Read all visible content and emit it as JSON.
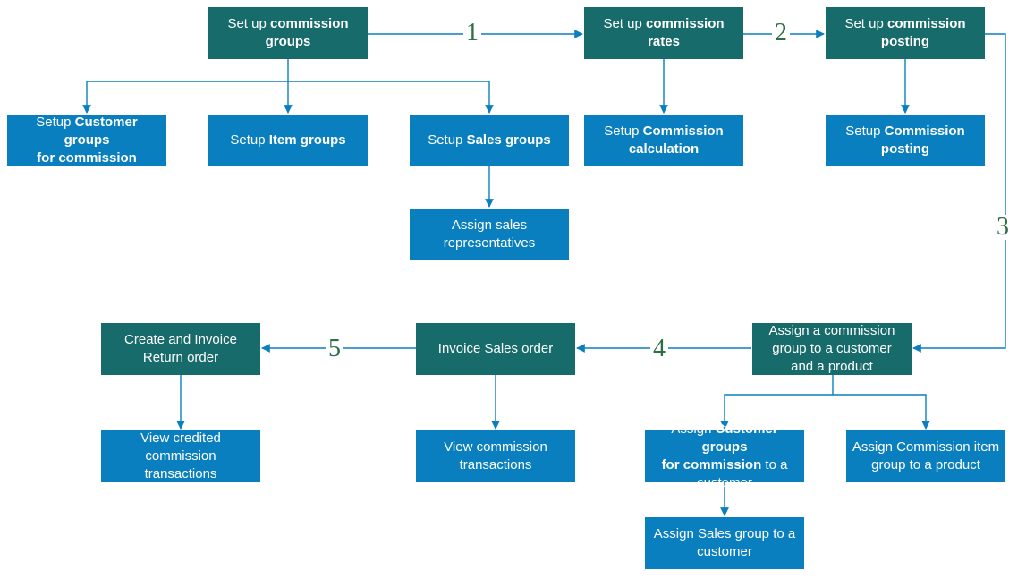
{
  "boxes": {
    "commission_groups": {
      "parts": [
        {
          "t": "Set up "
        },
        {
          "t": "commission",
          "b": true
        },
        {
          "br": true
        },
        {
          "t": "groups",
          "b": true
        }
      ]
    },
    "commission_rates": {
      "parts": [
        {
          "t": "Set up "
        },
        {
          "t": "commission",
          "b": true
        },
        {
          "br": true
        },
        {
          "t": "rates",
          "b": true
        }
      ]
    },
    "commission_posting": {
      "parts": [
        {
          "t": "Set up "
        },
        {
          "t": "commission",
          "b": true
        },
        {
          "br": true
        },
        {
          "t": "posting",
          "b": true
        }
      ]
    },
    "customer_groups": {
      "parts": [
        {
          "t": "Setup "
        },
        {
          "t": "Customer groups",
          "b": true
        },
        {
          "br": true
        },
        {
          "t": "for commission",
          "b": true
        }
      ]
    },
    "item_groups": {
      "parts": [
        {
          "t": "Setup "
        },
        {
          "t": "Item groups",
          "b": true
        }
      ]
    },
    "sales_groups": {
      "parts": [
        {
          "t": "Setup "
        },
        {
          "t": "Sales groups",
          "b": true
        }
      ]
    },
    "commission_calc": {
      "parts": [
        {
          "t": "Setup "
        },
        {
          "t": "Commission",
          "b": true
        },
        {
          "br": true
        },
        {
          "t": "calculation",
          "b": true
        }
      ]
    },
    "setup_posting": {
      "parts": [
        {
          "t": "Setup "
        },
        {
          "t": "Commission",
          "b": true
        },
        {
          "br": true
        },
        {
          "t": "posting",
          "b": true
        }
      ]
    },
    "assign_sales_reps": {
      "parts": [
        {
          "t": "Assign sales"
        },
        {
          "br": true
        },
        {
          "t": "representatives"
        }
      ]
    },
    "assign_group_cust": {
      "parts": [
        {
          "t": "Assign a commission"
        },
        {
          "br": true
        },
        {
          "t": "group to a customer"
        },
        {
          "br": true
        },
        {
          "t": "and a product"
        }
      ]
    },
    "invoice_sales": {
      "parts": [
        {
          "t": "Invoice Sales order"
        }
      ]
    },
    "create_return": {
      "parts": [
        {
          "t": "Create and Invoice"
        },
        {
          "br": true
        },
        {
          "t": "Return order"
        }
      ]
    },
    "view_credited": {
      "parts": [
        {
          "t": "View credited"
        },
        {
          "br": true
        },
        {
          "t": "commission"
        },
        {
          "br": true
        },
        {
          "t": "transactions"
        }
      ]
    },
    "view_commission": {
      "parts": [
        {
          "t": "View commission"
        },
        {
          "br": true
        },
        {
          "t": "transactions"
        }
      ]
    },
    "assign_cust_groups": {
      "parts": [
        {
          "t": "Assign "
        },
        {
          "t": "Customer groups",
          "b": true
        },
        {
          "br": true
        },
        {
          "t": "for commission",
          "b": true
        },
        {
          "t": " to a"
        },
        {
          "br": true
        },
        {
          "t": "customer"
        }
      ]
    },
    "assign_item_group": {
      "parts": [
        {
          "t": "Assign Commission item"
        },
        {
          "br": true
        },
        {
          "t": "group to a product"
        }
      ]
    },
    "assign_sales_group": {
      "parts": [
        {
          "t": "Assign Sales group to a"
        },
        {
          "br": true
        },
        {
          "t": "customer"
        }
      ]
    }
  },
  "steps": [
    "1",
    "2",
    "3",
    "4",
    "5"
  ],
  "colors": {
    "teal": "#176b6b",
    "blue": "#0a7fbf",
    "line": "#0a7fbf",
    "step_number": "#2e6e46"
  }
}
